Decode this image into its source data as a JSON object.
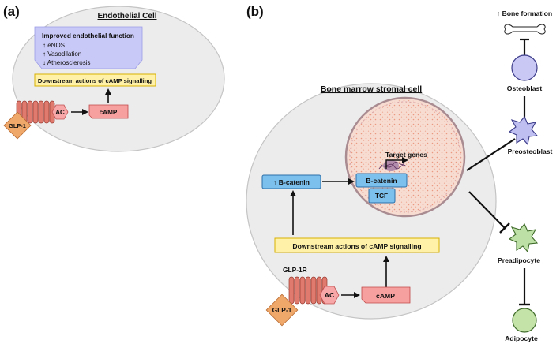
{
  "panel_a": {
    "tag": "(a)",
    "cell_title": "Endothelial Cell",
    "effects_title": "Improved endothelial function",
    "effects": [
      "↑ eNOS",
      "↑ Vasodilation",
      "↓ Atherosclerosis"
    ],
    "downstream": "Downstream actions of cAMP signalling",
    "camp": "cAMP",
    "ac": "AC",
    "glp1": "GLP-1"
  },
  "panel_b": {
    "tag": "(b)",
    "cell_title": "Bone marrow stromal cell",
    "bcat_up": "↑ B-catenin",
    "bcat_nucleus": "B-catenin",
    "tcf": "TCF",
    "target_genes": "Target genes",
    "downstream": "Downstream actions of cAMP signalling",
    "camp": "cAMP",
    "ac": "AC",
    "glp1r": "GLP-1R",
    "glp1": "GLP-1",
    "bone_formation": "↑ Bone formation",
    "osteoblast": "Osteoblast",
    "preosteoblast": "Preosteoblast",
    "preadipocyte": "Preadipocyte",
    "adipocyte": "Adipocyte"
  },
  "colors": {
    "cell_fill": "#ececec",
    "cell_stroke": "#c4c4c4",
    "effects_box": "#c9c9f7",
    "downstream_box": "#fff2a8",
    "downstream_stroke": "#d8b100",
    "camp_box": "#f7a0a0",
    "ac_hex": "#f7a7a7",
    "receptor": "#e07a6e",
    "glp1": "#f0a86a",
    "bcatenin": "#7cc0ee",
    "osteoblast": "#c9c7f4",
    "preosteoblast": "#bfbff2",
    "preadipocyte": "#bde0a6",
    "adipocyte": "#c4e3a8",
    "nucleus_fill": "#f7dcd2",
    "nucleus_dots": "#e68e72"
  }
}
